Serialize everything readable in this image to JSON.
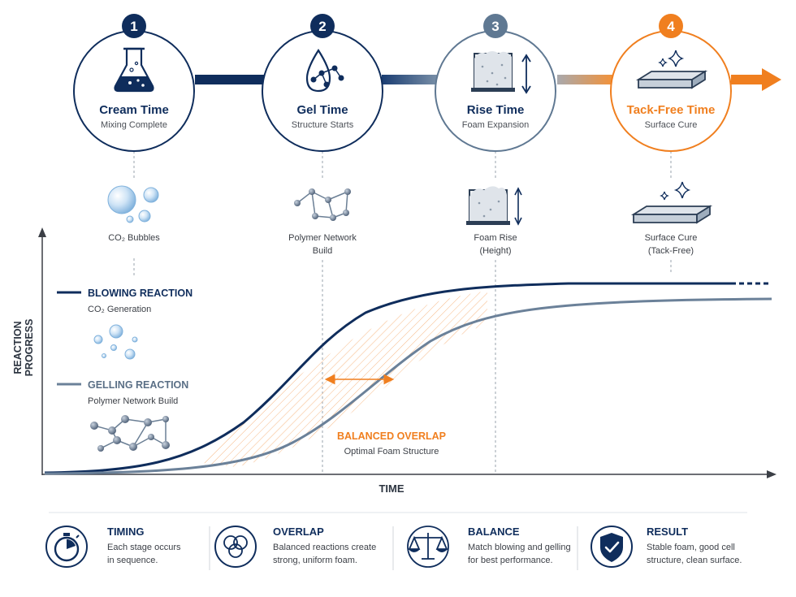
{
  "colors": {
    "navy": "#0f2d5c",
    "steel": "#6b8199",
    "orange": "#f07f1f",
    "bubble": "#9fc8ea",
    "gray": "#8a96a3"
  },
  "stages": [
    {
      "number": "1",
      "title": "Cream Time",
      "subtitle": "Mixing Complete",
      "icon": "flask-icon",
      "color": "#0f2d5c",
      "caption_lines": [
        "CO₂ Bubbles"
      ]
    },
    {
      "number": "2",
      "title": "Gel Time",
      "subtitle": "Structure Starts",
      "icon": "droplet-network-icon",
      "color": "#0f2d5c",
      "caption_lines": [
        "Polymer Network",
        "Build"
      ]
    },
    {
      "number": "3",
      "title": "Rise Time",
      "subtitle": "Foam Expansion",
      "icon": "foam-container-icon",
      "color": "#5f7892",
      "caption_lines": [
        "Foam Rise",
        "(Height)"
      ]
    },
    {
      "number": "4",
      "title": "Tack-Free Time",
      "subtitle": "Surface Cure",
      "icon": "cured-slab-icon",
      "color": "#f07f1f",
      "caption_lines": [
        "Surface Cure",
        "(Tack-Free)"
      ]
    }
  ],
  "legend": {
    "blowing": {
      "title": "BLOWING REACTION",
      "subtitle": "CO₂ Generation"
    },
    "gelling": {
      "title": "GELLING REACTION",
      "subtitle": "Polymer Network Build"
    }
  },
  "axes": {
    "y_label_line1": "REACTION",
    "y_label_line2": "PROGRESS",
    "x_label": "TIME"
  },
  "overlap": {
    "title": "BALANCED OVERLAP",
    "subtitle": "Optimal Foam Structure"
  },
  "footer": [
    {
      "title": "TIMING",
      "lines": [
        "Each stage occurs",
        "in sequence."
      ],
      "icon": "stopwatch-icon"
    },
    {
      "title": "OVERLAP",
      "lines": [
        "Balanced reactions create",
        "strong, uniform foam."
      ],
      "icon": "overlap-circles-icon"
    },
    {
      "title": "BALANCE",
      "lines": [
        "Match blowing and gelling",
        "for best performance."
      ],
      "icon": "scales-icon"
    },
    {
      "title": "RESULT",
      "lines": [
        "Stable foam, good cell",
        "structure, clean surface."
      ],
      "icon": "shield-check-icon"
    }
  ]
}
